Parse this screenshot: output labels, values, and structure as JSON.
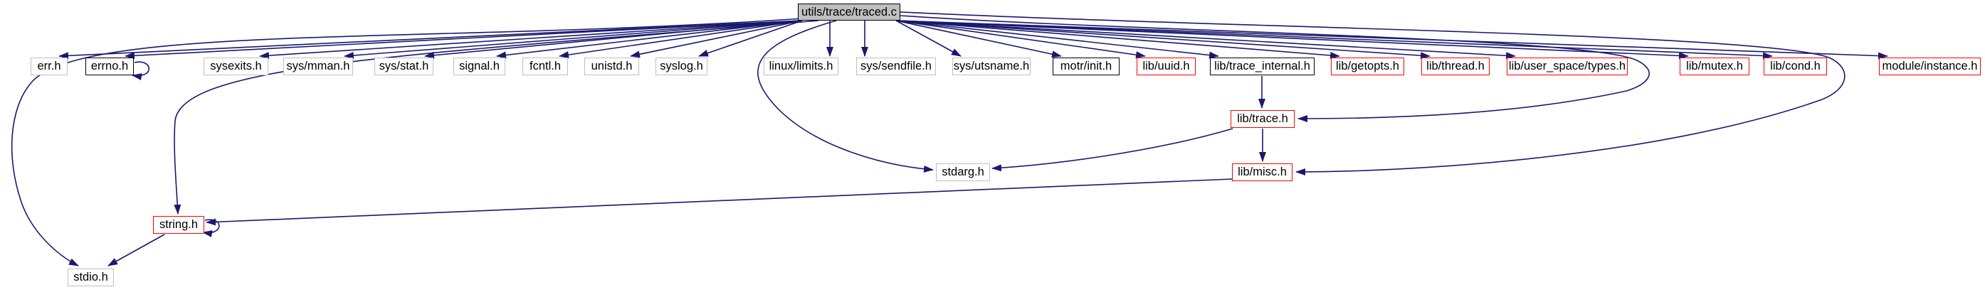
{
  "diagram": {
    "kind": "include-dependency-graph",
    "root": "utils/trace/traced.c",
    "colors": {
      "edge": "#191970",
      "border_external": "#c0c0c0",
      "border_documented": "#000000",
      "border_truncated": "#ff0000",
      "root_fill": "#bfbfbf",
      "node_fill": "#ffffff",
      "text": "#000000"
    },
    "nodes": [
      {
        "id": "utils/trace/traced.c",
        "label": "utils/trace/traced.c",
        "kind": "source"
      },
      {
        "id": "err.h",
        "label": "err.h",
        "kind": "external"
      },
      {
        "id": "errno.h",
        "label": "errno.h",
        "kind": "documented"
      },
      {
        "id": "sysexits.h",
        "label": "sysexits.h",
        "kind": "external"
      },
      {
        "id": "sys/mman.h",
        "label": "sys/mman.h",
        "kind": "external"
      },
      {
        "id": "sys/stat.h",
        "label": "sys/stat.h",
        "kind": "external"
      },
      {
        "id": "signal.h",
        "label": "signal.h",
        "kind": "external"
      },
      {
        "id": "fcntl.h",
        "label": "fcntl.h",
        "kind": "external"
      },
      {
        "id": "unistd.h",
        "label": "unistd.h",
        "kind": "external"
      },
      {
        "id": "syslog.h",
        "label": "syslog.h",
        "kind": "external"
      },
      {
        "id": "linux/limits.h",
        "label": "linux/limits.h",
        "kind": "external"
      },
      {
        "id": "sys/sendfile.h",
        "label": "sys/sendfile.h",
        "kind": "external"
      },
      {
        "id": "sys/utsname.h",
        "label": "sys/utsname.h",
        "kind": "external"
      },
      {
        "id": "motr/init.h",
        "label": "motr/init.h",
        "kind": "documented"
      },
      {
        "id": "lib/uuid.h",
        "label": "lib/uuid.h",
        "kind": "truncated"
      },
      {
        "id": "lib/trace_internal.h",
        "label": "lib/trace_internal.h",
        "kind": "documented"
      },
      {
        "id": "lib/getopts.h",
        "label": "lib/getopts.h",
        "kind": "truncated"
      },
      {
        "id": "lib/thread.h",
        "label": "lib/thread.h",
        "kind": "truncated"
      },
      {
        "id": "lib/user_space/types.h",
        "label": "lib/user_space/types.h",
        "kind": "truncated"
      },
      {
        "id": "lib/mutex.h",
        "label": "lib/mutex.h",
        "kind": "truncated"
      },
      {
        "id": "lib/cond.h",
        "label": "lib/cond.h",
        "kind": "truncated"
      },
      {
        "id": "module/instance.h",
        "label": "module/instance.h",
        "kind": "truncated"
      },
      {
        "id": "lib/trace.h",
        "label": "lib/trace.h",
        "kind": "truncated"
      },
      {
        "id": "stdarg.h",
        "label": "stdarg.h",
        "kind": "external"
      },
      {
        "id": "lib/misc.h",
        "label": "lib/misc.h",
        "kind": "truncated"
      },
      {
        "id": "string.h",
        "label": "string.h",
        "kind": "truncated"
      },
      {
        "id": "stdio.h",
        "label": "stdio.h",
        "kind": "external"
      }
    ],
    "edges": [
      {
        "from": "utils/trace/traced.c",
        "to": "err.h"
      },
      {
        "from": "utils/trace/traced.c",
        "to": "errno.h"
      },
      {
        "from": "utils/trace/traced.c",
        "to": "sysexits.h"
      },
      {
        "from": "utils/trace/traced.c",
        "to": "sys/mman.h"
      },
      {
        "from": "utils/trace/traced.c",
        "to": "sys/stat.h"
      },
      {
        "from": "utils/trace/traced.c",
        "to": "signal.h"
      },
      {
        "from": "utils/trace/traced.c",
        "to": "fcntl.h"
      },
      {
        "from": "utils/trace/traced.c",
        "to": "unistd.h"
      },
      {
        "from": "utils/trace/traced.c",
        "to": "syslog.h"
      },
      {
        "from": "utils/trace/traced.c",
        "to": "linux/limits.h"
      },
      {
        "from": "utils/trace/traced.c",
        "to": "sys/sendfile.h"
      },
      {
        "from": "utils/trace/traced.c",
        "to": "sys/utsname.h"
      },
      {
        "from": "utils/trace/traced.c",
        "to": "motr/init.h"
      },
      {
        "from": "utils/trace/traced.c",
        "to": "lib/uuid.h"
      },
      {
        "from": "utils/trace/traced.c",
        "to": "lib/trace_internal.h"
      },
      {
        "from": "utils/trace/traced.c",
        "to": "lib/getopts.h"
      },
      {
        "from": "utils/trace/traced.c",
        "to": "lib/thread.h"
      },
      {
        "from": "utils/trace/traced.c",
        "to": "lib/user_space/types.h"
      },
      {
        "from": "utils/trace/traced.c",
        "to": "lib/mutex.h"
      },
      {
        "from": "utils/trace/traced.c",
        "to": "lib/cond.h"
      },
      {
        "from": "utils/trace/traced.c",
        "to": "module/instance.h"
      },
      {
        "from": "utils/trace/traced.c",
        "to": "lib/trace.h"
      },
      {
        "from": "utils/trace/traced.c",
        "to": "lib/misc.h"
      },
      {
        "from": "utils/trace/traced.c",
        "to": "stdarg.h"
      },
      {
        "from": "utils/trace/traced.c",
        "to": "string.h"
      },
      {
        "from": "utils/trace/traced.c",
        "to": "stdio.h"
      },
      {
        "from": "errno.h",
        "to": "errno.h"
      },
      {
        "from": "lib/trace_internal.h",
        "to": "lib/trace.h"
      },
      {
        "from": "lib/trace.h",
        "to": "stdarg.h"
      },
      {
        "from": "lib/trace.h",
        "to": "lib/misc.h"
      },
      {
        "from": "lib/misc.h",
        "to": "string.h"
      },
      {
        "from": "string.h",
        "to": "string.h"
      },
      {
        "from": "string.h",
        "to": "stdio.h"
      }
    ]
  }
}
